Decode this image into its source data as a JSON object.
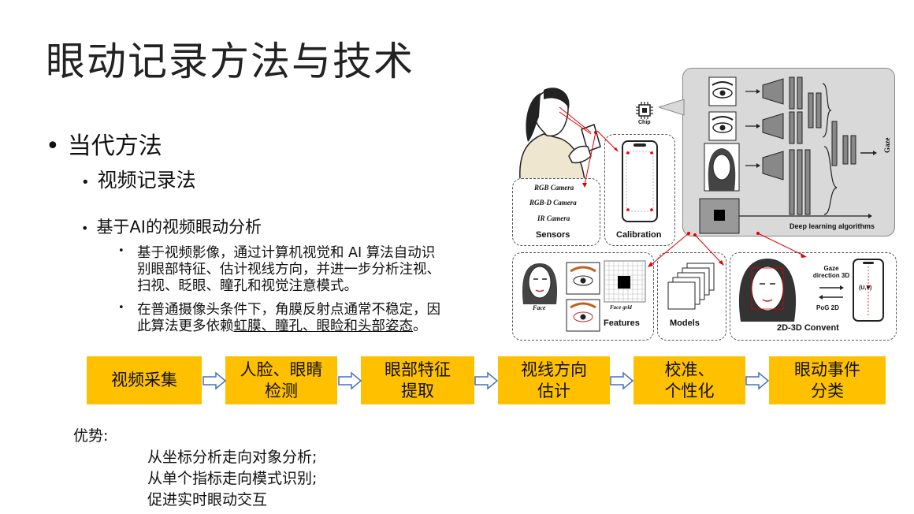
{
  "title": "眼动记录方法与技术",
  "bullets": {
    "level1": "当代方法",
    "video_recording": "视频记录法",
    "ai_analysis": "基于AI的视频眼动分析",
    "sub1": "基于视频影像，通过计算机视觉和 AI 算法自动识别眼部特征、估计视线方向，并进一步分析注视、扫视、眨眼、瞳孔和视觉注意模式。",
    "sub1_line1": "基于视频影像，通过计算机视觉和 AI 算法自动识",
    "sub1_line2": "别眼部特征、估计视线方向，并进一步分析注视、",
    "sub1_line3": "扫视、眨眼、瞳孔和视觉注意模式。",
    "sub2_line1": "在普通摄像头条件下，角膜反射点通常不稳定，因",
    "sub2_line2_prefix": "此算法更多依赖",
    "sub2_line2_underlined": "虹膜、瞳孔、眼睑和头部姿态",
    "sub2_line2_suffix": "。"
  },
  "flow": [
    {
      "line1": "视频采集",
      "line2": ""
    },
    {
      "line1": "人脸、眼睛",
      "line2": "检测"
    },
    {
      "line1": "眼部特征",
      "line2": "提取"
    },
    {
      "line1": "视线方向",
      "line2": "估计"
    },
    {
      "line1": "校准、",
      "line2": "个性化"
    },
    {
      "line1": "眼动事件",
      "line2": "分类"
    }
  ],
  "advantages": {
    "label": "优势:",
    "items": [
      "从坐标分析走向对象分析;",
      "从单个指标走向模式识别;",
      "促进实时眼动交互"
    ]
  },
  "figure": {
    "chip": "Chip",
    "sensors": [
      "RGB Camera",
      "RGB-D Camera",
      "IR Camera"
    ],
    "sensors_title": "Sensors",
    "calibration": "Calibration",
    "deep_learning": "Deep learning algorithms",
    "gaze": "Gaze",
    "face": "Face",
    "face_grid": "Face grid",
    "features": "Features",
    "models": "Models",
    "gaze_direction": "Gaze direction 3D",
    "gaze_direction_l1": "Gaze",
    "gaze_direction_l2": "direction 3D",
    "pog": "PoG 2D",
    "uv": "(U,V)",
    "convent": "2D-3D Convent"
  },
  "colors": {
    "flow_box": "#ffc000",
    "arrow": "#4472c4",
    "panel_gray": "#d9d9d9",
    "red": "#e00000"
  }
}
